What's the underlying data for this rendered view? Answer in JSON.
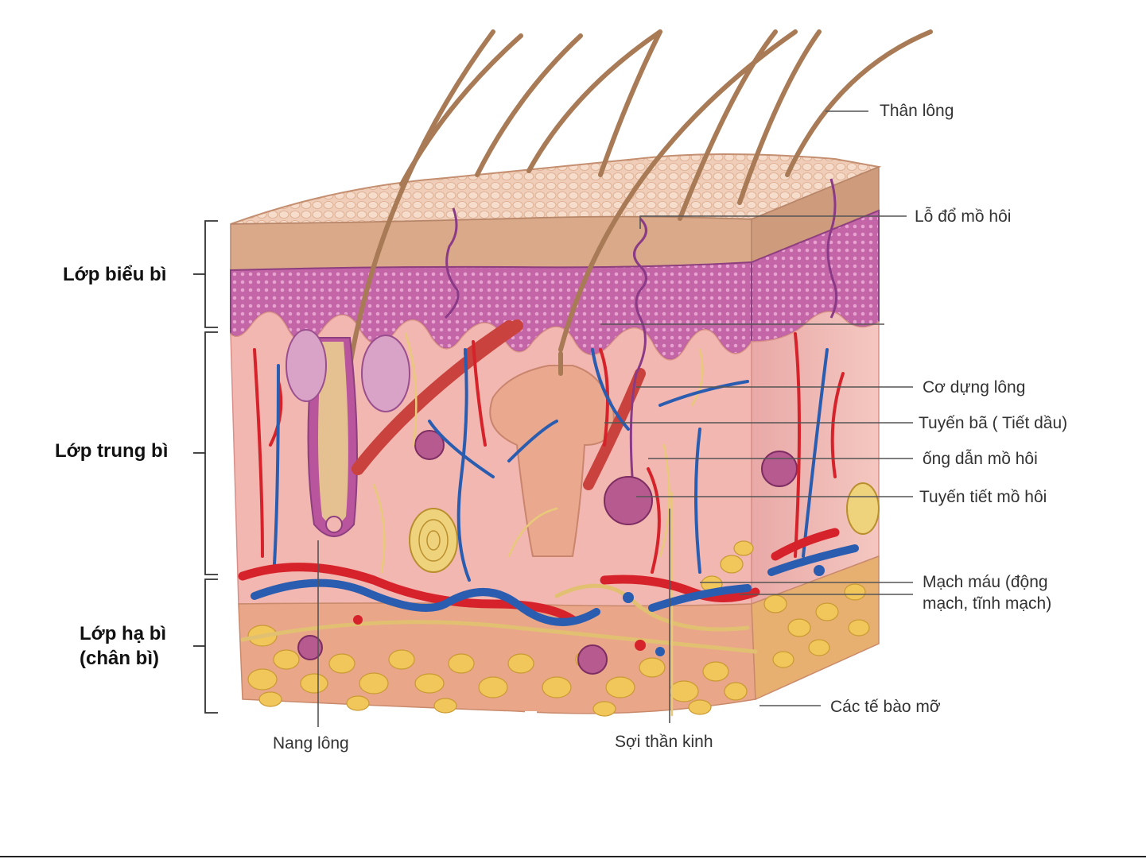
{
  "layers": {
    "epidermis": "Lớp biểu bì",
    "dermis": "Lớp trung bì",
    "hypodermis_line1": "Lớp hạ bì",
    "hypodermis_line2": "(chân bì)"
  },
  "labels": {
    "hair_shaft": "Thân lông",
    "sweat_pore": "Lỗ đổ mồ hôi",
    "arrector_muscle": "Cơ dựng lông",
    "sebaceous_gland": "Tuyến bã ( Tiết dầu)",
    "sweat_duct": "ống dẫn mồ hôi",
    "sweat_gland": "Tuyến tiết mồ hôi",
    "blood_vessels_line1": "Mạch máu (động",
    "blood_vessels_line2": "mạch, tĩnh mạch)",
    "fat_cells": "Các tế bào mỡ",
    "hair_follicle": "Nang lông",
    "nerve_fiber": "Sợi thần kinh"
  },
  "colors": {
    "artery": "#d6232b",
    "vein": "#2a5db0",
    "epidermis_top": "#d9a98a",
    "epidermis_purple": "#b8559c",
    "dermis": "#f2b7b0",
    "fat": "#f1c65a",
    "hair": "#a87a55"
  }
}
